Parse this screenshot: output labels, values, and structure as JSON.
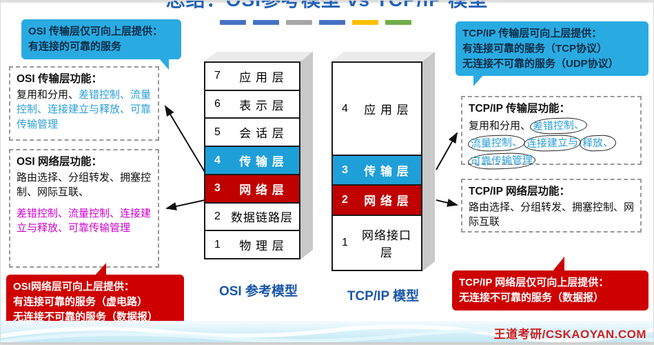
{
  "title": "总结：OSI参考模型 vs TCP/IP 模型",
  "decor_bars": [
    "#4472C4",
    "#4472C4",
    "#A6A6A6",
    "#4472C4",
    "#FFC000",
    "#70AD47"
  ],
  "colors": {
    "transport_row": "#1F9FD8",
    "network_row": "#C00000",
    "bubble_blue": "#29ABE2",
    "bubble_red": "#CE0000",
    "blue_text": "#2B9FD4",
    "magenta_text": "#CC00CC",
    "title_blue": "#2462B8",
    "label_blue": "#1A56A8",
    "footer_red": "#CC2222"
  },
  "left": {
    "transport_bubble": {
      "line1": "OSI 传输层仅可向上层提供：",
      "line2": "有连接的可靠的服务"
    },
    "transport_box": {
      "title": "OSI 传输层功能：",
      "black": "复用和分用、",
      "blue": "差错控制、流量控制、连接建立与释放、可靠传输管理"
    },
    "network_box": {
      "title": "OSI 网络层功能：",
      "black": "路由选择、分组转发、拥塞控制、网际互联、",
      "magenta": "差错控制、流量控制、连接建立与释放、可靠传输管理"
    },
    "network_bubble": {
      "line1": "OSI网络层可向上层提供：",
      "line2": "有连接可靠的服务（虚电路）",
      "line3": "无连接不可靠的服务（数据报）"
    }
  },
  "right": {
    "transport_bubble": {
      "line1": "TCP/IP 传输层可向上层提供：",
      "line2": "有连接可靠的服务（TCP协议）",
      "line3": "无连接不可靠的服务（UDP协议）"
    },
    "transport_box": {
      "title": "TCP/IP 传输层功能：",
      "black": "复用和分用、",
      "circled": [
        "差错控制、",
        "流量控制、",
        "连接建立与",
        "释放、",
        "可靠传输管理"
      ]
    },
    "network_box": {
      "title": "TCP/IP 网络层功能：",
      "black": "路由选择、分组转发、拥塞控制、网际互联"
    },
    "network_bubble": {
      "line1": "TCP/IP 网络层仅可向上层提供：",
      "line2": "无连接不可靠的服务（数据报）"
    }
  },
  "osi_stack": {
    "label": "OSI 参考模型",
    "layers": [
      {
        "num": "7",
        "name": "应 用 层"
      },
      {
        "num": "6",
        "name": "表 示 层"
      },
      {
        "num": "5",
        "name": "会 话 层"
      },
      {
        "num": "4",
        "name": "传 输 层"
      },
      {
        "num": "3",
        "name": "网 络 层"
      },
      {
        "num": "2",
        "name": "数据链路层"
      },
      {
        "num": "1",
        "name": "物 理 层"
      }
    ]
  },
  "tcpip_stack": {
    "label": "TCP/IP 模型",
    "layers": [
      {
        "num": "4",
        "name": "应 用 层"
      },
      {
        "num": "3",
        "name": "传 输 层"
      },
      {
        "num": "2",
        "name": "网 络 层"
      },
      {
        "num": "1",
        "name": "网络接口层"
      }
    ]
  },
  "footer": "王道考研/CSKAOYAN.COM"
}
